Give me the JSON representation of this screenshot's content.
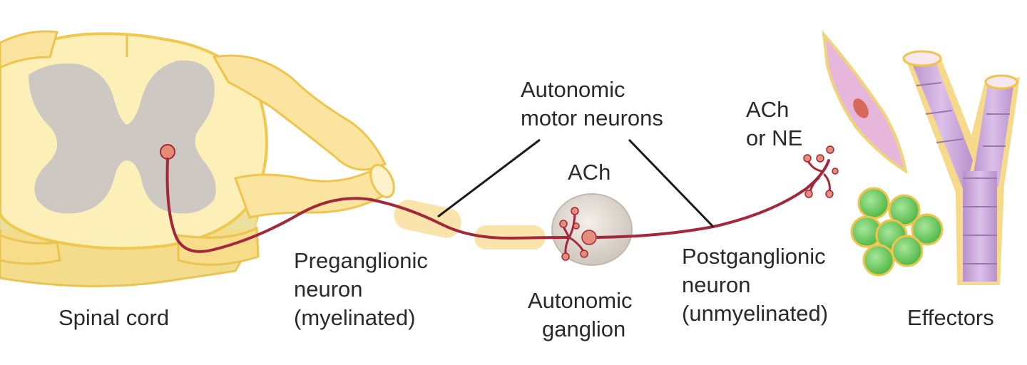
{
  "labels": {
    "spinal_cord": "Spinal cord",
    "preganglionic": [
      "Preganglionic",
      "neuron",
      "(myelinated)"
    ],
    "autonomic_motor_neurons": [
      "Autonomic",
      "motor neurons"
    ],
    "ach_ganglion": "ACh",
    "autonomic_ganglion": [
      "Autonomic",
      "ganglion"
    ],
    "ach_or_ne": [
      "ACh",
      "or NE"
    ],
    "postganglionic": [
      "Postganglionic",
      "neuron",
      "(unmyelinated)"
    ],
    "effectors": "Effectors"
  },
  "colors": {
    "spinal_white_matter": "#fbe9a6",
    "spinal_outline": "#f2cc57",
    "gray_matter": "#cfcac4",
    "axon": "#a3283b",
    "soma": "#e08a7a",
    "myelin": "#fbe3a8",
    "ganglion": "#ddd6ce",
    "smooth_muscle": "#e2b1d8",
    "gland_cell": "#79cf6a",
    "bronchus": "#caa3dc",
    "line": "#1a1a1a"
  }
}
